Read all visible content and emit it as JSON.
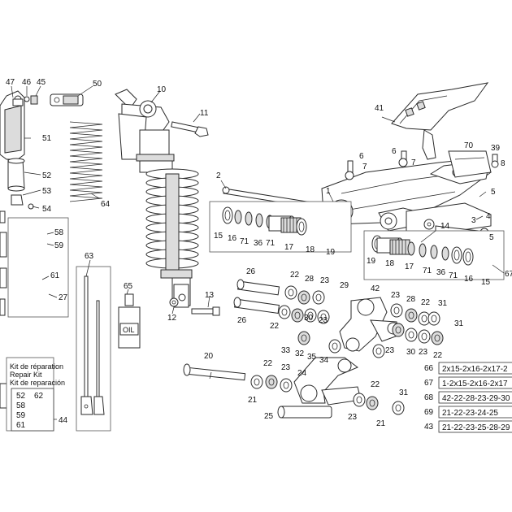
{
  "diagram": {
    "callouts": [
      {
        "id": "c47",
        "text": "47"
      },
      {
        "id": "c46",
        "text": "46"
      },
      {
        "id": "c45",
        "text": "45"
      },
      {
        "id": "c50",
        "text": "50"
      },
      {
        "id": "c10",
        "text": "10"
      },
      {
        "id": "c11",
        "text": "11"
      },
      {
        "id": "c41",
        "text": "41"
      },
      {
        "id": "c51",
        "text": "51"
      },
      {
        "id": "c52",
        "text": "52"
      },
      {
        "id": "c53",
        "text": "53"
      },
      {
        "id": "c54",
        "text": "54"
      },
      {
        "id": "c64",
        "text": "64"
      },
      {
        "id": "c58",
        "text": "58"
      },
      {
        "id": "c59",
        "text": "59"
      },
      {
        "id": "c61",
        "text": "61"
      },
      {
        "id": "c27",
        "text": "27"
      },
      {
        "id": "c63",
        "text": "63"
      },
      {
        "id": "c65",
        "text": "65"
      },
      {
        "id": "c13",
        "text": "13"
      },
      {
        "id": "c12",
        "text": "12"
      },
      {
        "id": "c2",
        "text": "2"
      },
      {
        "id": "c1",
        "text": "1"
      },
      {
        "id": "c6a",
        "text": "6"
      },
      {
        "id": "c7a",
        "text": "7"
      },
      {
        "id": "c6b",
        "text": "6"
      },
      {
        "id": "c7b",
        "text": "7"
      },
      {
        "id": "c70",
        "text": "70"
      },
      {
        "id": "c39",
        "text": "39"
      },
      {
        "id": "c8",
        "text": "8"
      },
      {
        "id": "c5a",
        "text": "5"
      },
      {
        "id": "c4",
        "text": "4"
      },
      {
        "id": "c14",
        "text": "14"
      },
      {
        "id": "c3",
        "text": "3"
      },
      {
        "id": "c5b",
        "text": "5"
      },
      {
        "id": "c15a",
        "text": "15"
      },
      {
        "id": "c16a",
        "text": "16"
      },
      {
        "id": "c71a",
        "text": "71"
      },
      {
        "id": "c36a",
        "text": "36"
      },
      {
        "id": "c71b",
        "text": "71"
      },
      {
        "id": "c17a",
        "text": "17"
      },
      {
        "id": "c18a",
        "text": "18"
      },
      {
        "id": "c19a",
        "text": "19"
      },
      {
        "id": "c19b",
        "text": "19"
      },
      {
        "id": "c18b",
        "text": "18"
      },
      {
        "id": "c17b",
        "text": "17"
      },
      {
        "id": "c71c",
        "text": "71"
      },
      {
        "id": "c36b",
        "text": "36"
      },
      {
        "id": "c71d",
        "text": "71"
      },
      {
        "id": "c16b",
        "text": "16"
      },
      {
        "id": "c15b",
        "text": "15"
      },
      {
        "id": "c67a",
        "text": "67"
      },
      {
        "id": "c26a",
        "text": "26"
      },
      {
        "id": "c22a",
        "text": "22"
      },
      {
        "id": "c28a",
        "text": "28"
      },
      {
        "id": "c23a",
        "text": "23"
      },
      {
        "id": "c29",
        "text": "29"
      },
      {
        "id": "c42",
        "text": "42"
      },
      {
        "id": "c23b",
        "text": "23"
      },
      {
        "id": "c28b",
        "text": "28"
      },
      {
        "id": "c22b",
        "text": "22"
      },
      {
        "id": "c31a",
        "text": "31"
      },
      {
        "id": "c26b",
        "text": "26"
      },
      {
        "id": "c22c",
        "text": "22"
      },
      {
        "id": "c30a",
        "text": "30"
      },
      {
        "id": "c23c",
        "text": "23"
      },
      {
        "id": "c33",
        "text": "33"
      },
      {
        "id": "c32",
        "text": "32"
      },
      {
        "id": "c35",
        "text": "35"
      },
      {
        "id": "c34",
        "text": "34"
      },
      {
        "id": "c23d",
        "text": "23"
      },
      {
        "id": "c30b",
        "text": "30"
      },
      {
        "id": "c23e",
        "text": "23"
      },
      {
        "id": "c22d",
        "text": "22"
      },
      {
        "id": "c31b",
        "text": "31"
      },
      {
        "id": "c20",
        "text": "20"
      },
      {
        "id": "c22e",
        "text": "22"
      },
      {
        "id": "c23f",
        "text": "23"
      },
      {
        "id": "c24",
        "text": "24"
      },
      {
        "id": "c21a",
        "text": "21"
      },
      {
        "id": "c22f",
        "text": "22"
      },
      {
        "id": "c31c",
        "text": "31"
      },
      {
        "id": "c21b",
        "text": "21"
      },
      {
        "id": "c25",
        "text": "25"
      },
      {
        "id": "c23g",
        "text": "23"
      },
      {
        "id": "c44",
        "text": "44"
      }
    ],
    "repair_kit": {
      "title_fr": "Kit de réparation",
      "title_en": "Repair Kit",
      "title_es": "Kit de reparación",
      "codes": [
        "52",
        "62",
        "58",
        "59",
        "61"
      ]
    },
    "kit_table": [
      {
        "num": "66",
        "parts": "2x15-2x16-2x17-2"
      },
      {
        "num": "67",
        "parts": "1-2x15-2x16-2x17"
      },
      {
        "num": "68",
        "parts": "42-22-28-23-29-30"
      },
      {
        "num": "69",
        "parts": "21-22-23-24-25"
      },
      {
        "num": "43",
        "parts": "21-22-23-25-28-29"
      }
    ],
    "oil_label": "OIL",
    "line_color": "#2a2a2a",
    "fill_grey": "#dcdcdc"
  }
}
